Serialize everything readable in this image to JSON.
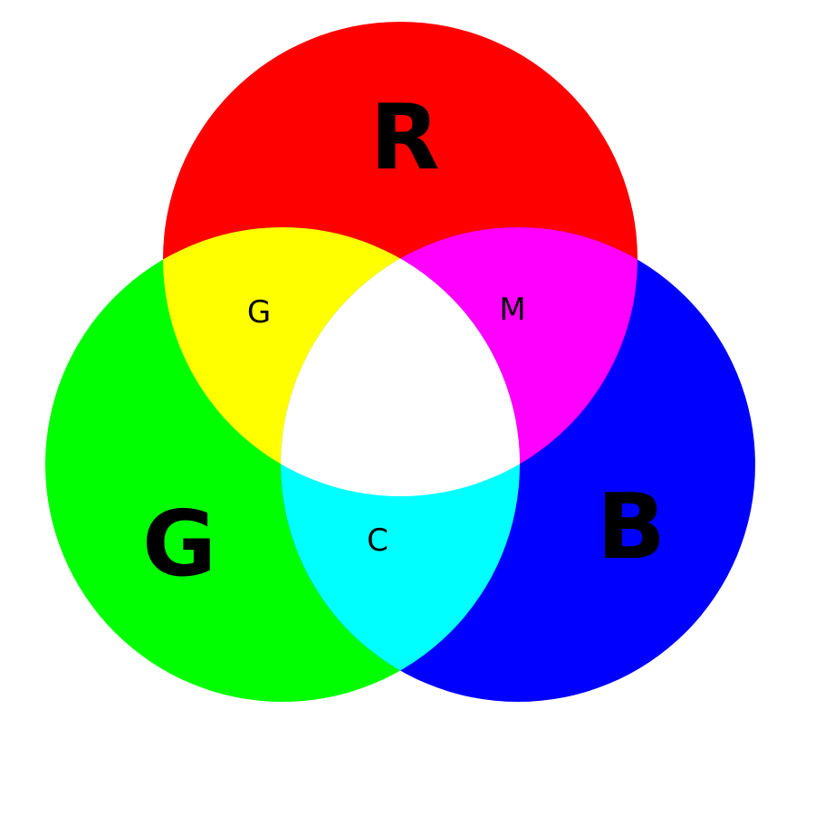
{
  "diagram": {
    "circles": {
      "red": {
        "label": "R",
        "color": "#ff0000"
      },
      "green": {
        "label": "G",
        "color": "#00ff00"
      },
      "blue": {
        "label": "B",
        "color": "#0000ff"
      }
    },
    "overlaps": {
      "red_green": {
        "label": "G",
        "color": "#ffff00"
      },
      "red_blue": {
        "label": "M",
        "color": "#ff00ff"
      },
      "green_blue": {
        "label": "C",
        "color": "#00ffff"
      },
      "all": {
        "label": "",
        "color": "#ffffff"
      }
    }
  }
}
